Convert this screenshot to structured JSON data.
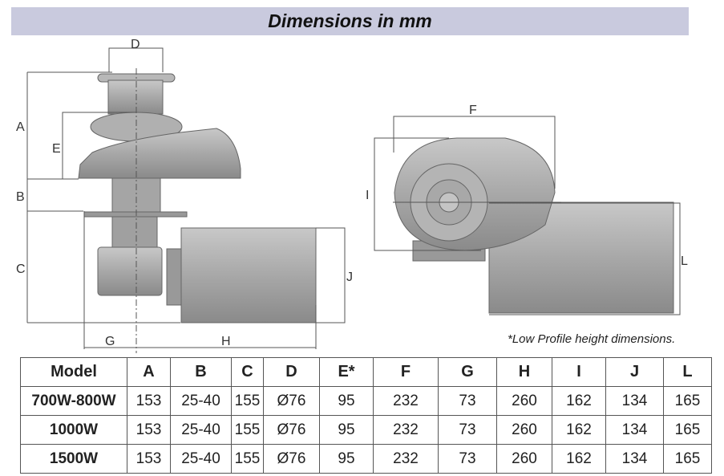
{
  "title": "Dimensions in mm",
  "diagram_labels": {
    "A": "A",
    "B": "B",
    "C": "C",
    "D": "D",
    "E": "E",
    "F": "F",
    "G": "G",
    "H": "H",
    "I": "I",
    "J": "J",
    "L": "L"
  },
  "note": "*Low Profile height dimensions.",
  "table": {
    "headers": [
      "Model",
      "A",
      "B",
      "C",
      "D",
      "E*",
      "F",
      "G",
      "H",
      "I",
      "J",
      "L"
    ],
    "rows": [
      [
        "700W-800W",
        "153",
        "25-40",
        "155",
        "Ø76",
        "95",
        "232",
        "73",
        "260",
        "162",
        "134",
        "165"
      ],
      [
        "1000W",
        "153",
        "25-40",
        "155",
        "Ø76",
        "95",
        "232",
        "73",
        "260",
        "162",
        "134",
        "165"
      ],
      [
        "1500W",
        "153",
        "25-40",
        "155",
        "Ø76",
        "95",
        "232",
        "73",
        "260",
        "162",
        "134",
        "165"
      ]
    ]
  }
}
